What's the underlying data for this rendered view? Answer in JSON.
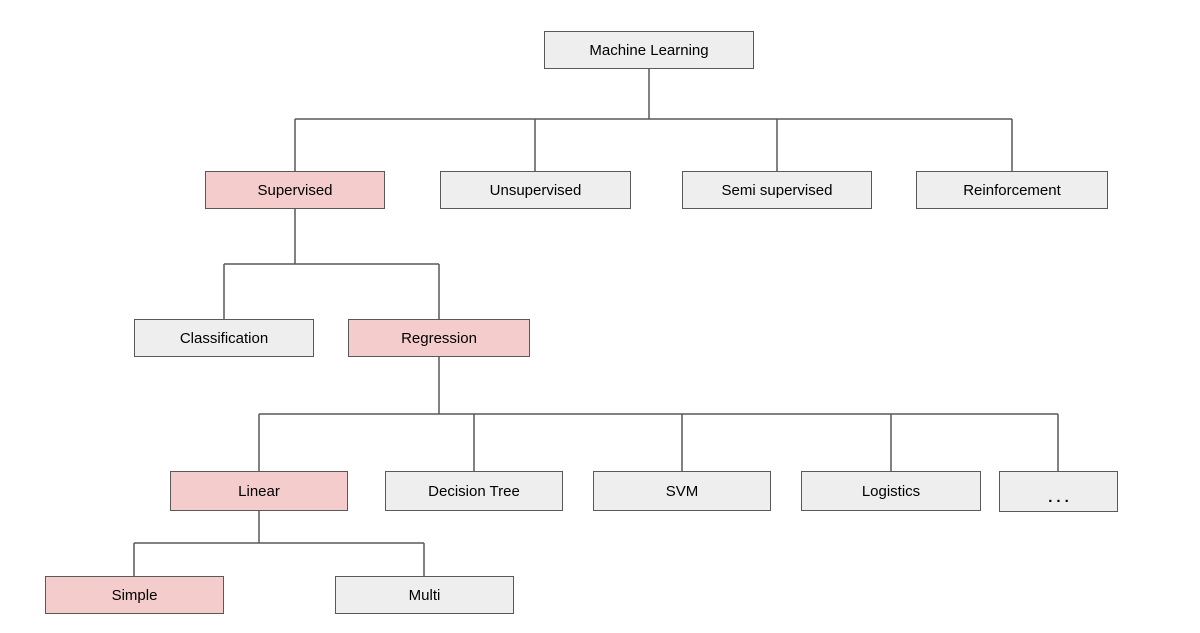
{
  "diagram": {
    "type": "tree",
    "nodes": {
      "machine_learning": {
        "label": "Machine Learning",
        "highlighted": false
      },
      "supervised": {
        "label": "Supervised",
        "highlighted": true
      },
      "unsupervised": {
        "label": "Unsupervised",
        "highlighted": false
      },
      "semi_supervised": {
        "label": "Semi supervised",
        "highlighted": false
      },
      "reinforcement": {
        "label": "Reinforcement",
        "highlighted": false
      },
      "classification": {
        "label": "Classification",
        "highlighted": false
      },
      "regression": {
        "label": "Regression",
        "highlighted": true
      },
      "linear": {
        "label": "Linear",
        "highlighted": true
      },
      "decision_tree": {
        "label": "Decision Tree",
        "highlighted": false
      },
      "svm": {
        "label": "SVM",
        "highlighted": false
      },
      "logistics": {
        "label": "Logistics",
        "highlighted": false
      },
      "ellipsis": {
        "label": "...",
        "highlighted": false
      },
      "simple": {
        "label": "Simple",
        "highlighted": true
      },
      "multi": {
        "label": "Multi",
        "highlighted": false
      }
    },
    "hierarchy": {
      "Machine Learning": [
        "Supervised",
        "Unsupervised",
        "Semi supervised",
        "Reinforcement"
      ],
      "Supervised": [
        "Classification",
        "Regression"
      ],
      "Regression": [
        "Linear",
        "Decision Tree",
        "SVM",
        "Logistics",
        "..."
      ],
      "Linear": [
        "Simple",
        "Multi"
      ]
    },
    "highlighted_path": [
      "Supervised",
      "Regression",
      "Linear",
      "Simple"
    ],
    "colors": {
      "highlight_fill": "#f4cccc",
      "node_fill": "#eeeeee",
      "node_border": "#595959",
      "connector": "#595959",
      "text": "#000000",
      "background": "#ffffff"
    }
  }
}
